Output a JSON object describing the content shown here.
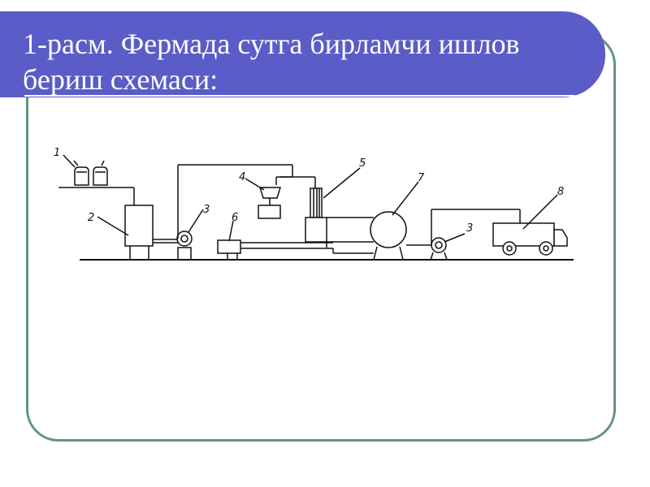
{
  "slide": {
    "title": "1-расм. Фермада сутга бирламчи ишлов бериш схемаси:"
  },
  "diagram": {
    "labels": [
      "1",
      "2",
      "3",
      "4",
      "5",
      "6",
      "7",
      "3",
      "8"
    ]
  },
  "colors": {
    "header": "#5a5cc8",
    "frame": "#5f9585",
    "title_text": "#ffffff"
  }
}
